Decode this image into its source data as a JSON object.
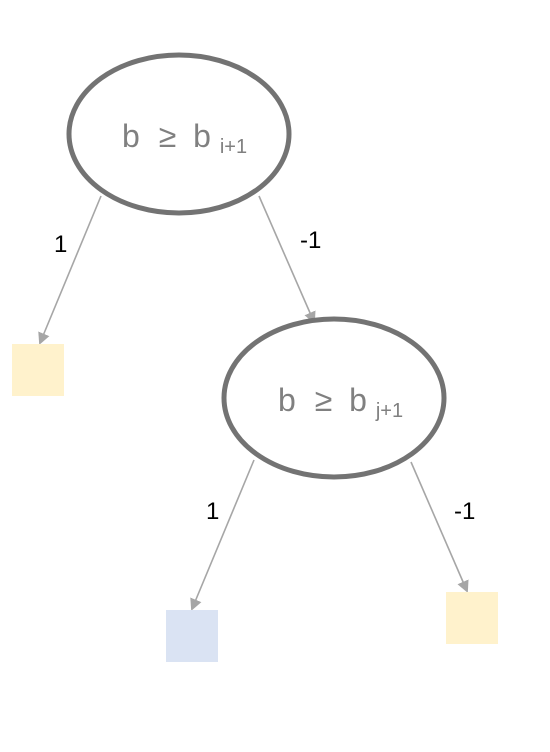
{
  "nodes": {
    "root": {
      "var": "b",
      "op": "≥",
      "base": "b",
      "sub": "i+1"
    },
    "child": {
      "var": "b",
      "op": "≥",
      "base": "b",
      "sub": "j+1"
    }
  },
  "edges": {
    "root_left": "1",
    "root_right": "-1",
    "child_left": "1",
    "child_right": "-1"
  },
  "leaves": {
    "leaf_1": {
      "color": "#fff2cc"
    },
    "leaf_2": {
      "color": "#dae3f3"
    },
    "leaf_3": {
      "color": "#fff2cc"
    }
  },
  "colors": {
    "node_stroke": "#737373",
    "node_text": "#808080",
    "edge": "#a6a6a6"
  }
}
